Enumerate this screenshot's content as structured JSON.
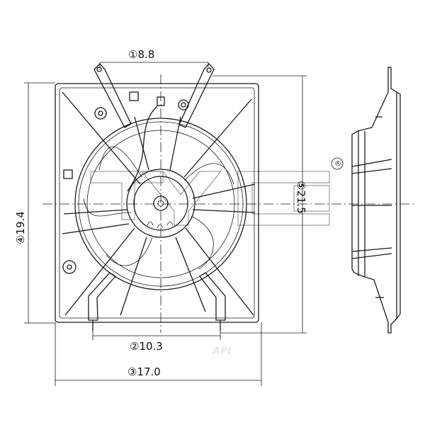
{
  "dimensions": [
    {
      "id": "1",
      "label": "①8.8",
      "value": 8.8
    },
    {
      "id": "2",
      "label": "②10.3",
      "value": 10.3
    },
    {
      "id": "3",
      "label": "③17.0",
      "value": 17.0
    },
    {
      "id": "4",
      "label": "④19.4",
      "value": 19.4
    },
    {
      "id": "5",
      "label": "⑤21.5",
      "value": 21.5
    }
  ],
  "registered_mark": "®",
  "watermark": "TYC",
  "corner_watermark": "API"
}
